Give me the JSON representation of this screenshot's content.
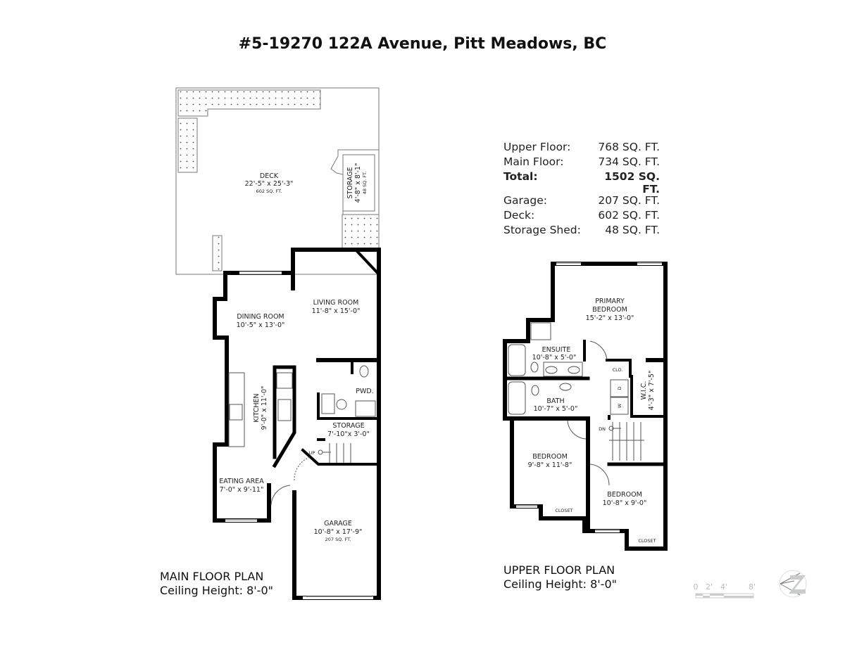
{
  "title": "#5-19270 122A Avenue, Pitt Meadows, BC",
  "area_summary": {
    "rows": [
      {
        "label": "Upper Floor:",
        "value": "768 SQ. FT."
      },
      {
        "label": "Main Floor:",
        "value": "734 SQ. FT."
      },
      {
        "label": "Total:",
        "value": "1502 SQ. FT."
      },
      {
        "label": "Garage:",
        "value": "207 SQ. FT."
      },
      {
        "label": "Deck:",
        "value": "602 SQ. FT."
      },
      {
        "label": "Storage Shed:",
        "value": "48 SQ. FT."
      }
    ]
  },
  "main_floor": {
    "label": "MAIN FLOOR PLAN",
    "ceiling": "Ceiling Height: 8'-0\"",
    "rooms": {
      "deck": {
        "name": "DECK",
        "dims": "22'-5\" x 25'-3\"",
        "area": "602 SQ. FT."
      },
      "storage_shed": {
        "name": "STORAGE",
        "dims": "4'-8\" x 8'-1\"",
        "area": "48 SQ. FT."
      },
      "living": {
        "name": "LIVING ROOM",
        "dims": "11'-8\" x 15'-0\""
      },
      "dining": {
        "name": "DINING ROOM",
        "dims": "10'-5\" x 13'-0\""
      },
      "kitchen": {
        "name": "KITCHEN",
        "dims": "9'-0\" x 11'-0\""
      },
      "pwd": {
        "name": "PWD."
      },
      "storage": {
        "name": "STORAGE",
        "dims": "7'-10\"x 3'-0\""
      },
      "eating": {
        "name": "EATING AREA",
        "dims": "7'-0\" x 9'-11\""
      },
      "garage": {
        "name": "GARAGE",
        "dims": "10'-8\" x 17'-9\"",
        "area": "207 SQ. FT."
      },
      "up": "UP"
    }
  },
  "upper_floor": {
    "label": "UPPER FLOOR PLAN",
    "ceiling": "Ceiling Height: 8'-0\"",
    "rooms": {
      "primary": {
        "name1": "PRIMARY",
        "name2": "BEDROOM",
        "dims": "15'-2\" x 13'-0\""
      },
      "ensuite": {
        "name": "ENSUITE",
        "dims": "10'-8\" x 5'-0\""
      },
      "bath": {
        "name": "BATH",
        "dims": "10'-7\" x 5'-0\""
      },
      "clo": "CLO.",
      "wic": {
        "name": "W.I.C.",
        "dims": "4'-3\" x 7'-5\""
      },
      "dryer": "D",
      "washer": "W",
      "dn": "DN",
      "bedroom1": {
        "name": "BEDROOM",
        "dims": "9'-8\" x 11'-8\"",
        "closet": "CLOSET"
      },
      "bedroom2": {
        "name": "BEDROOM",
        "dims": "10'-8\" x 9'-0\"",
        "closet": "CLOSET"
      }
    }
  },
  "scale_bar": {
    "ticks": [
      "0",
      "2'",
      "4'",
      "8'"
    ]
  },
  "compass": {
    "icon": "north-arrow-icon"
  },
  "colors": {
    "wall": "#000000",
    "outline": "#777777",
    "muted": "#c8cdc9"
  }
}
